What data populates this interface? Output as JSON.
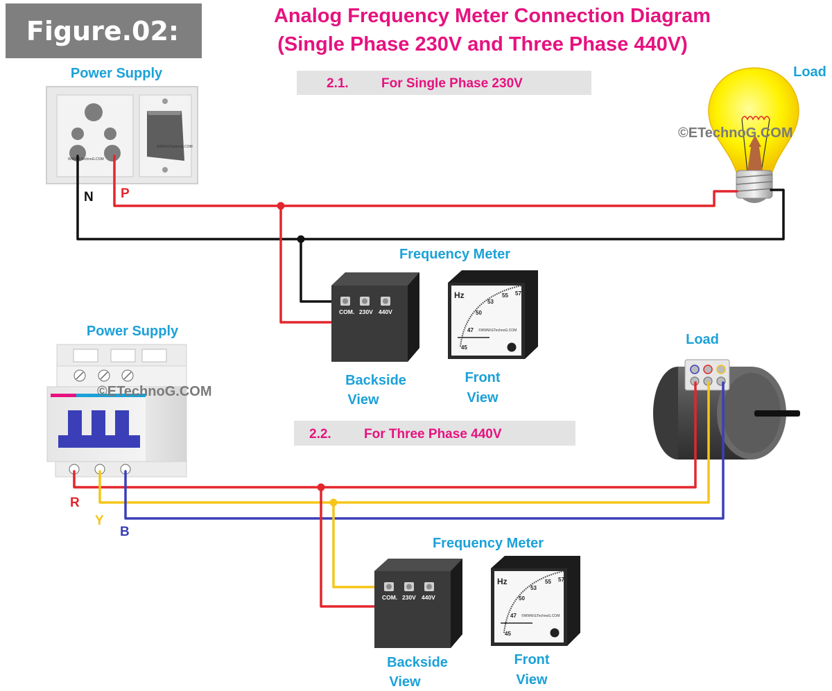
{
  "header": {
    "figure": "Figure.02:",
    "title_line1": "Analog Frequency Meter Connection Diagram",
    "title_line2": "(Single Phase 230V and Three Phase 440V)"
  },
  "watermark": "©ETechnoG.COM",
  "section1": {
    "number": "2.1.",
    "title": "For Single Phase 230V",
    "supply_label": "Power Supply",
    "load_label": "Load",
    "meter_label": "Frequency Meter",
    "wire_labels": {
      "neutral": "N",
      "phase": "P"
    },
    "socket_text": "WWW.ETechnoG.COM",
    "backside_view": [
      "Backside",
      "View"
    ],
    "front_view": [
      "Front",
      "View"
    ]
  },
  "section2": {
    "number": "2.2.",
    "title": "For Three Phase 440V",
    "supply_label": "Power Supply",
    "load_label": "Load",
    "meter_label": "Frequency Meter",
    "wire_labels": {
      "r": "R",
      "y": "Y",
      "b": "B"
    },
    "backside_view": [
      "Backside",
      "View"
    ],
    "front_view": [
      "Front",
      "View"
    ]
  },
  "meter": {
    "terminals": [
      "COM.",
      "230V",
      "440V"
    ],
    "unit": "Hz",
    "scale": [
      "45",
      "47",
      "50",
      "53",
      "55",
      "57"
    ],
    "brand": "©WWW.ETechnoG.COM"
  },
  "colors": {
    "title": "#e6127f",
    "label": "#1ba1d8",
    "red_wire": "#e3262c",
    "black_wire": "#111111",
    "yellow_wire": "#f5c518",
    "blue_wire": "#3a3fb8",
    "header_bg": "#7f7f7f",
    "section_bg": "#e3e3e3"
  }
}
